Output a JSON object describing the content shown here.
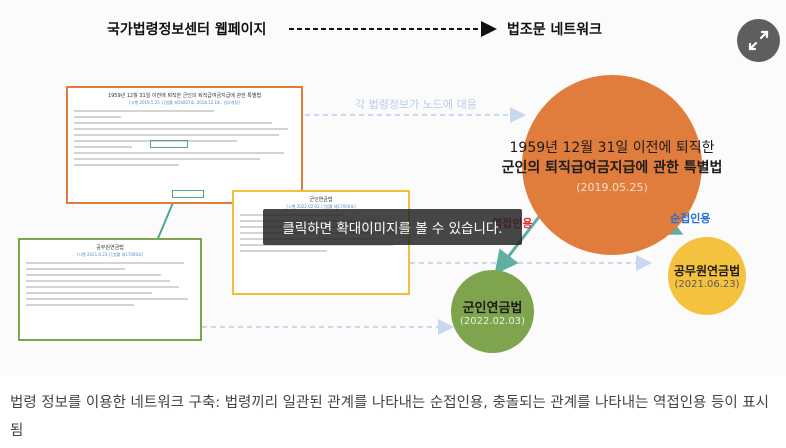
{
  "header": {
    "source": "국가법령정보센터 웹페이지",
    "target": "법조문 네트워크",
    "edge_note": "각 법령정보가 노드에 대응"
  },
  "documents": [
    {
      "title": "1959년 12월 31일 이전에 퇴직한 군인의 퇴직급여금지급에 관한 특별법",
      "subtitle": "[시행 2019.5.25.] [법률 제16007호, 2018.12.18., 일부개정]",
      "border": "#e07b3a"
    },
    {
      "title": "군인연금법",
      "subtitle": "[시행 2022.02.03.] [법률 제17000호]",
      "border": "#f3c03c"
    },
    {
      "title": "공무원연금법",
      "subtitle": "[시행 2021.6.23.] [법률 제17000호]",
      "border": "#7fa54a"
    }
  ],
  "nodes": [
    {
      "name_line1": "1959년 12월 31일 이전에 퇴직한",
      "name_line2": "군인의 퇴직급여금지급에 관한 특별법",
      "date": "(2019.05.25)",
      "color": "#e07d3c"
    },
    {
      "name": "공무원연금법",
      "date": "(2021.06.23)",
      "color": "#f5c240"
    },
    {
      "name": "군인연금법",
      "date": "(2022.02.03)",
      "color": "#7ea54e"
    }
  ],
  "edges": {
    "sequential_label": "순접인용",
    "reverse_label": "역접인용",
    "sequential_color": "#2a6fd6",
    "reverse_color": "#e0302a",
    "edge_color": "#5fb0a2"
  },
  "tooltip": "클릭하면 확대이미지를 볼 수 있습니다.",
  "expand_button": {
    "icon": "expand-arrows-icon"
  },
  "caption": "법령 정보를 이용한 네트워크 구축: 법령끼리 일관된 관계를 나타내는 순접인용, 충돌되는 관계를 나타내는 역접인용 등이 표시됨"
}
